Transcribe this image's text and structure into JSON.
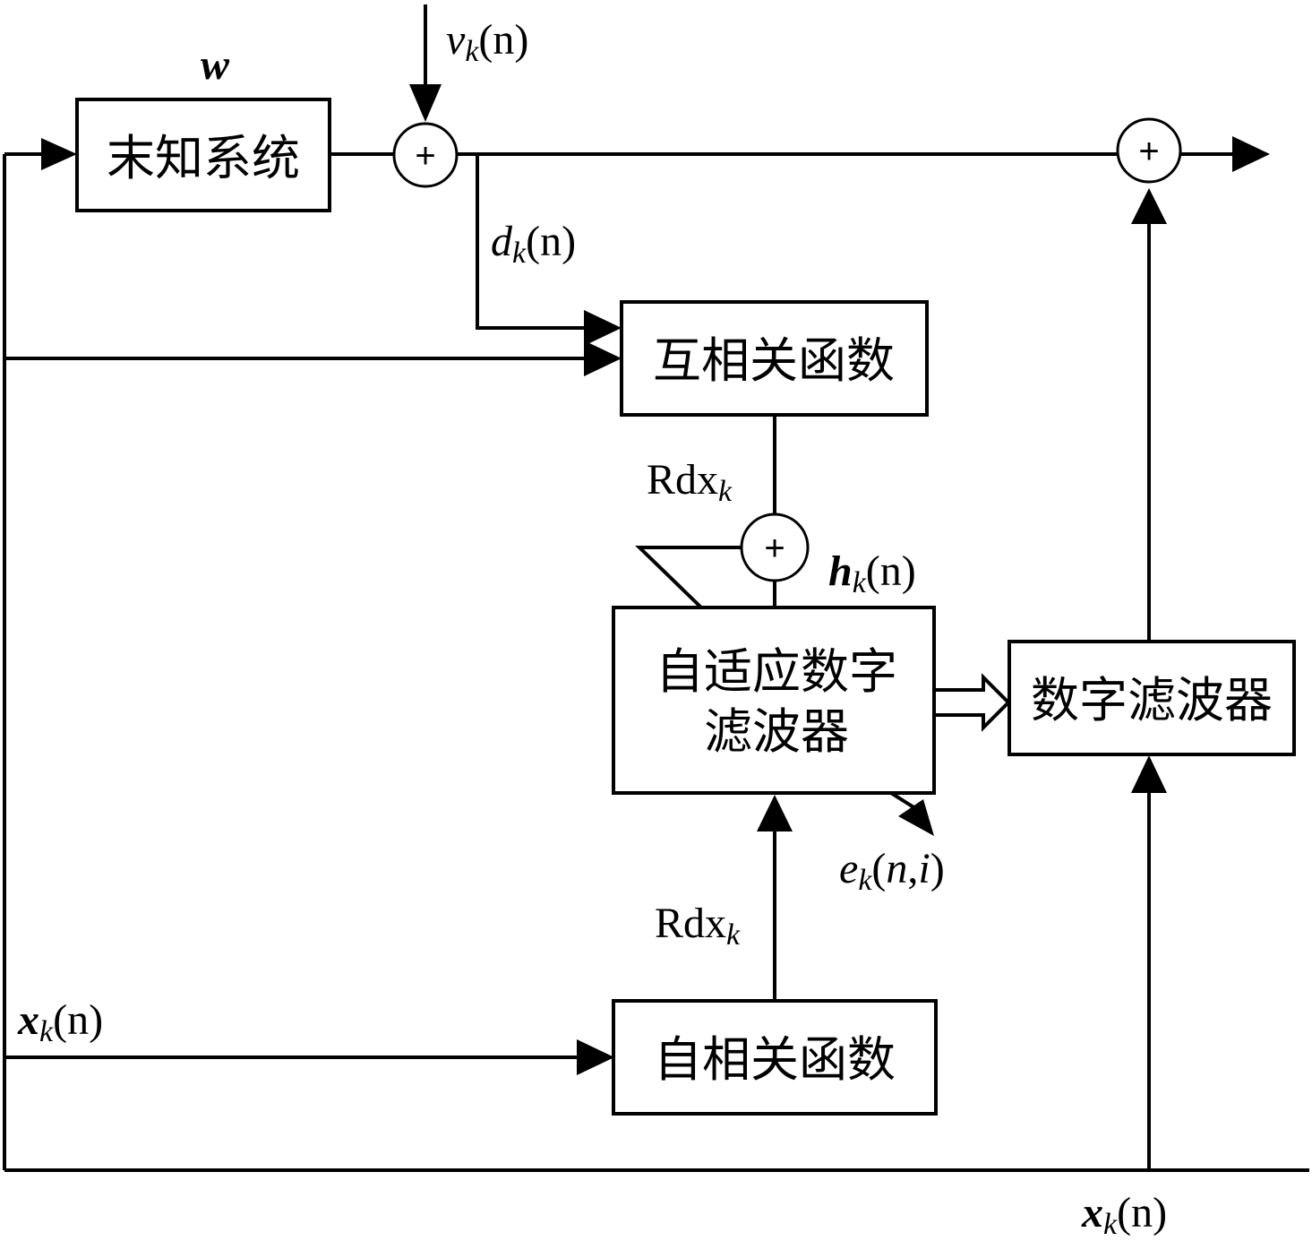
{
  "blocks": {
    "unknown_system": "末知系统",
    "cross_correlation": "互相关函数",
    "adaptive_filter_line1": "自适应数字",
    "adaptive_filter_line2": "滤波器",
    "digital_filter": "数字滤波器",
    "auto_correlation": "自相关函数"
  },
  "symbols": {
    "plus": "+"
  },
  "labels": {
    "w": "w",
    "v_main": "v",
    "d_main": "d",
    "h_main": "h",
    "e_main": "e",
    "x_main": "x",
    "sub_k": "k",
    "arg_n": "(n)",
    "arg_ni_open": "(",
    "arg_ni_n": "n",
    "arg_ni_comma": ",",
    "arg_ni_i": "i",
    "arg_ni_close": ")",
    "rdx_main": "Rdx"
  }
}
